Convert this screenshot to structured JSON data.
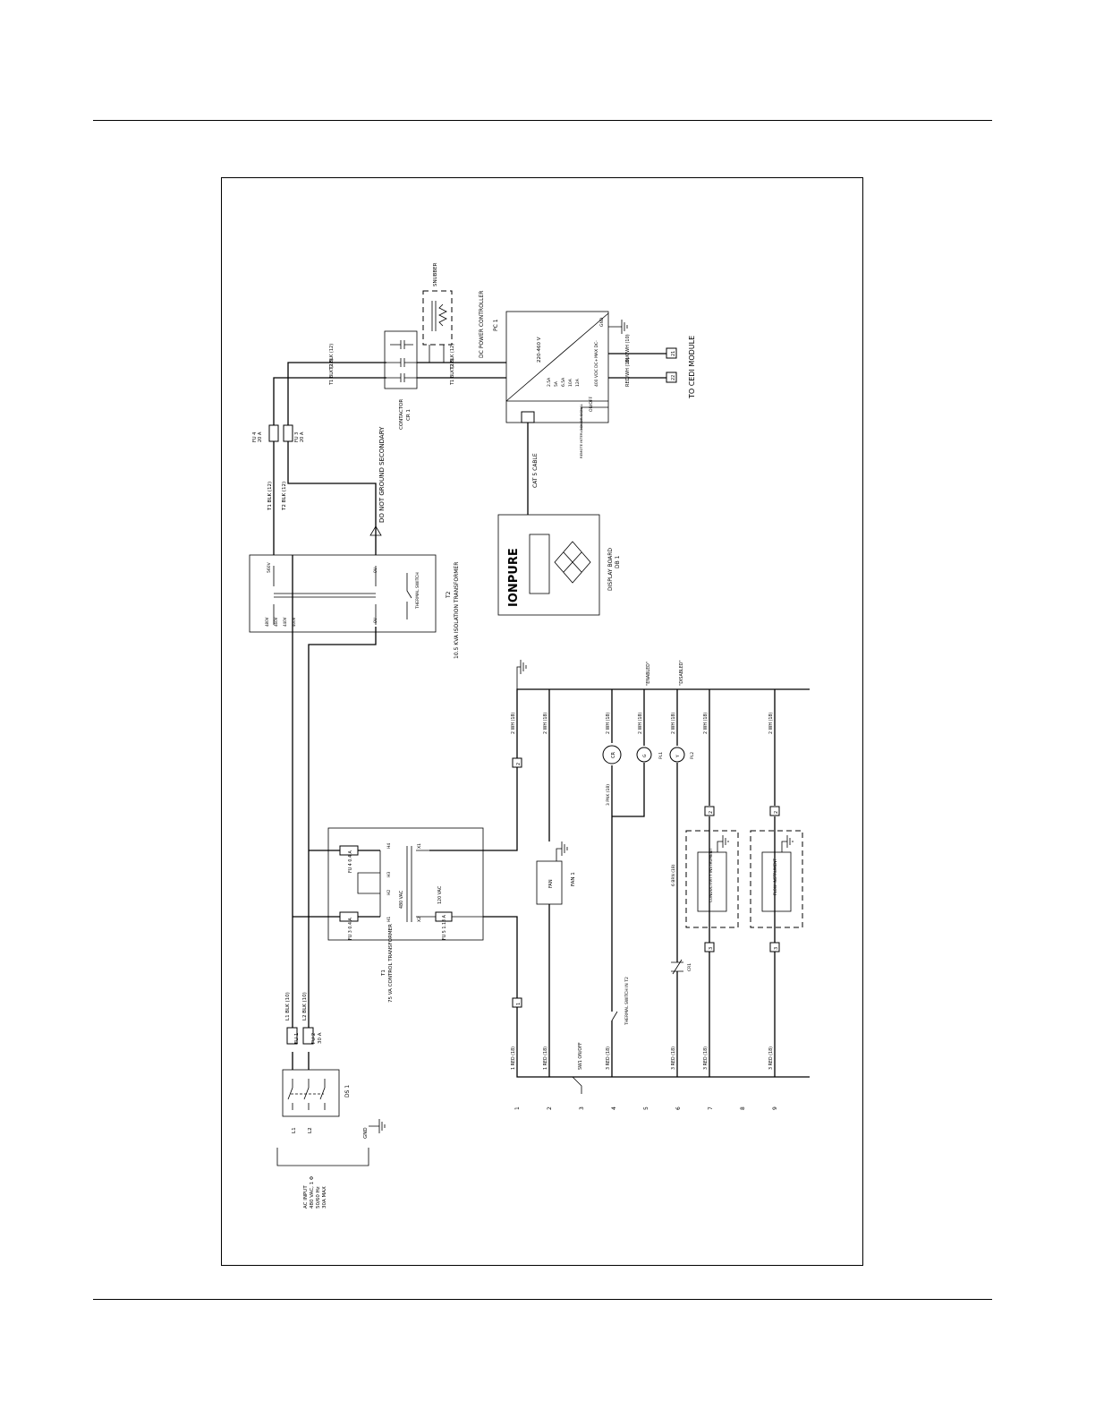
{
  "diagram": {
    "ac_input": [
      "AC INPUT",
      "480 VAC, 1 Φ",
      "50/60 Hz",
      "30A MAX"
    ],
    "ac_terminals": {
      "l1": "L1",
      "l2": "L2",
      "gnd": "GND"
    },
    "disconnect": "DS 1",
    "fuses_main": {
      "fu1": "FU 1",
      "fu2": "FU 2",
      "rating": "30 A"
    },
    "line_wires": {
      "l1": "L1   BLK (10)",
      "l2": "L2   BLK (10)"
    },
    "t2": {
      "label": "T2",
      "desc": "10.5 KVA ISOLATION TRANSFORMER",
      "thermal": "THERMAL SWITCH",
      "taps": [
        "0V",
        "480V",
        "460V",
        "440V",
        "400V"
      ],
      "sec": [
        "0V",
        "560V"
      ]
    },
    "secondary_wires": {
      "t1": "T1   BLK (12)",
      "t2": "T2   BLK (12)"
    },
    "warning": "DO NOT GROUND SECONDARY",
    "fu3": {
      "label": "FU 3",
      "rating": "20 A"
    },
    "fu4": {
      "label": "FU 4",
      "rating": "20 A"
    },
    "cr1": {
      "label": "CONTACTOR",
      "id": "CR 1"
    },
    "wires_to_pc": {
      "t1": "T1  BLK (12)",
      "t2": "T2  BLK (12)"
    },
    "snubber": "SNUBBER",
    "pc1": {
      "title": "DC POWER CONTROLLER",
      "id": "PC 1",
      "range": "220-460 V",
      "amps": [
        "2.5A",
        "5A",
        "6.5A",
        "10A",
        "12A"
      ],
      "terminals": [
        "GND",
        "MAX DC-",
        "400 VDC DC+",
        "ON/OFF"
      ],
      "remote": "REMOTE INTERLOCK OR SIGNAL"
    },
    "cedi_wires": {
      "neg": "BLK/WH (10)",
      "pos": "RED/WH (10)",
      "t1": "21",
      "t2": "22"
    },
    "cedi": "TO CEDI MODULE",
    "cat5": "CAT 5 CABLE",
    "db1": {
      "logo": "IONPURE",
      "title": "DISPLAY BOARD",
      "id": "DB 1"
    },
    "t1": {
      "label": "T1",
      "desc": "75 VA CONTROL TRANSFORMER",
      "fu3": "FU 3 0.4 A",
      "fu4": "FU 4 0.4 A",
      "fu5": "FU 5 1.13 A",
      "vin": "480 VAC",
      "vout": "120 VAC",
      "h1": "H1",
      "h2": "H2",
      "h3": "H3",
      "h4": "H4",
      "x1": "X1",
      "x2": "X2"
    },
    "fan": {
      "label": "FAN 1",
      "text": "FAN"
    },
    "rungs": [
      "1",
      "2",
      "3",
      "4",
      "5",
      "6",
      "7",
      "8",
      "9"
    ],
    "red_wires": [
      "1 RED (18)",
      "1 RED (18)",
      "3 RED (18)",
      "3 RED (18)",
      "3 RED (18)",
      "3 RED (18)"
    ],
    "wh_wires": [
      "2 WH (18)",
      "2 WH (18)",
      "2 WH (18)",
      "2 WH (18)",
      "2 WH (18)",
      "2 WH (18)",
      "2 WH (18)"
    ],
    "sw1": "SW1 ON/OFF",
    "thermal_t2": "THERMAL SWITCH IN T2",
    "pnk": "3 PNK (18)",
    "brn": "6 BRN (18)",
    "cr_coil": "CR",
    "pl1": "PL1",
    "pl2": "PL2",
    "enabled": "\"ENABLED\"",
    "disabled": "\"DISABLED\"",
    "cr_contact": "CR1",
    "instruments": [
      "CONDUCTIVITY INSTRUMENT",
      "FLOW INSTRUMENT"
    ],
    "terminal_nums": [
      "1",
      "2",
      "2",
      "2",
      "3",
      "3"
    ]
  }
}
